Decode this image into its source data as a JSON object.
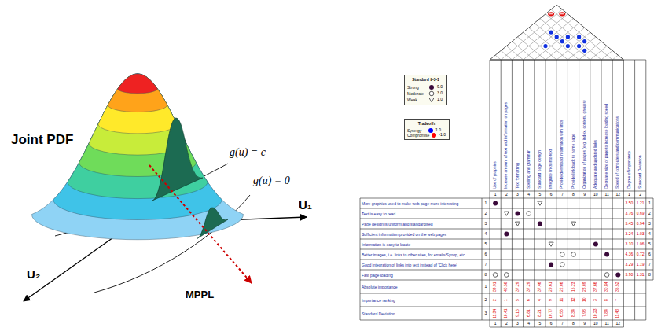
{
  "diagram": {
    "nodes": [
      {
        "text": [
          "Standard 9-3-1"
        ]
      },
      {
        "text": [
          "Tradeoffs"
        ]
      }
    ],
    "labels": [
      "Joint PDF",
      "g(u) = c",
      "g(u) = 0",
      "U₁",
      "U₂",
      "MPPL",
      "Use of graphics",
      "Increase amount of text and information on pages",
      "Text formatting",
      "Spelling and grammar",
      "Standard page design",
      "Integrate links into text",
      "Provide download information with links",
      "Provide link back to home page",
      "Organization of pages (e.g. index, content, groups)",
      "Adequate and updated links",
      "Decrease size of page to increase loading speed",
      "Speed of computers and communications",
      "Degree of importance",
      "Standard Deviation",
      "1",
      "2",
      "3",
      "4",
      "5",
      "6",
      "7",
      "8",
      "9",
      "10",
      "11",
      "12",
      "1",
      "2",
      "More graphics used to make web page more interesting",
      "Text is easy to read",
      "Page design is uniform and standardised",
      "Sufficient information provided on the web pages",
      "Information is easy to locate",
      "Better images, i.e. links to other sites, for emails/Synop, etc",
      "Good integration of links into text instead of 'Click here'",
      "Fast page loading",
      "Absolute importance",
      "Importance ranking",
      "Standard Deviation",
      "1",
      "2",
      "3",
      "4",
      "5",
      "6",
      "7",
      "8",
      "1",
      "2",
      "3",
      "3.50",
      "1.21",
      "3.76",
      "0.69",
      "3.45",
      "0.94",
      "3.24",
      "1.03",
      "3.10",
      "1.06",
      "4.36",
      "0.72",
      "3.29",
      "1.19",
      "3.90",
      "1.31",
      "1",
      "2",
      "3",
      "4",
      "5",
      "6",
      "7",
      "8",
      "39.91",
      "40.56",
      "37.29",
      "37.29",
      "37.46",
      "29.61",
      "22.06",
      "15.23",
      "28.09",
      "37.66",
      "30.84",
      "35.52",
      "2",
      "1",
      "5",
      "6",
      "4",
      "9",
      "11",
      "12",
      "10",
      "3",
      "8",
      "7",
      "11.34",
      "10.41",
      "9.16",
      "6.81",
      "8.21",
      "10.77",
      "6.58",
      "8.34",
      "7.93",
      "10.23",
      "7.84",
      "11.43",
      "1",
      "2",
      "3",
      "4",
      "5",
      "6",
      "7",
      "8",
      "9",
      "10",
      "11",
      "12",
      "9.0",
      "3.0",
      "1.0",
      "1.0",
      "-1.0"
    ],
    "legend": [
      {
        "text": "Strong"
      },
      {
        "text": "Moderate"
      },
      {
        "text": "Weak"
      },
      {
        "text": "Synergy",
        "color": "#0000ff"
      },
      {
        "text": "Compromise",
        "color": "#ff0000"
      }
    ]
  }
}
